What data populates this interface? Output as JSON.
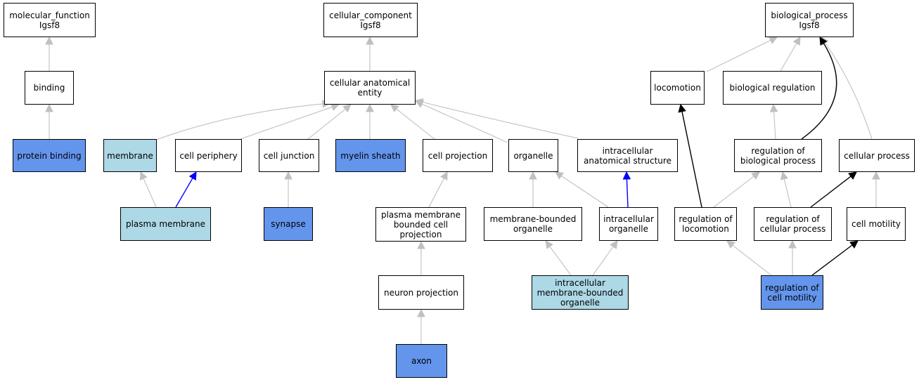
{
  "colors": {
    "background": "#ffffff",
    "node_border": "#000000",
    "node_default_fill": "#ffffff",
    "node_direct_annotation_fill": "#6495ed",
    "node_inferred_fill": "#add8e6",
    "edge_is_a": "#c0c0c0",
    "edge_part_of": "#0000ff",
    "edge_regulates": "#000000"
  },
  "nodes": [
    {
      "id": "molecular_function",
      "lines": [
        "molecular_function",
        "Igsf8"
      ],
      "fill": "#ffffff"
    },
    {
      "id": "binding",
      "lines": [
        "binding"
      ],
      "fill": "#ffffff"
    },
    {
      "id": "protein_binding",
      "lines": [
        "protein binding"
      ],
      "fill": "#6495ed"
    },
    {
      "id": "cellular_component",
      "lines": [
        "cellular_component",
        "Igsf8"
      ],
      "fill": "#ffffff"
    },
    {
      "id": "cellular_anatomical_entity",
      "lines": [
        "cellular anatomical",
        "entity"
      ],
      "fill": "#ffffff"
    },
    {
      "id": "membrane",
      "lines": [
        "membrane"
      ],
      "fill": "#add8e6"
    },
    {
      "id": "cell_periphery",
      "lines": [
        "cell periphery"
      ],
      "fill": "#ffffff"
    },
    {
      "id": "cell_junction",
      "lines": [
        "cell junction"
      ],
      "fill": "#ffffff"
    },
    {
      "id": "myelin_sheath",
      "lines": [
        "myelin sheath"
      ],
      "fill": "#6495ed"
    },
    {
      "id": "cell_projection",
      "lines": [
        "cell projection"
      ],
      "fill": "#ffffff"
    },
    {
      "id": "organelle",
      "lines": [
        "organelle"
      ],
      "fill": "#ffffff"
    },
    {
      "id": "intracellular_anatomical_structure",
      "lines": [
        "intracellular",
        "anatomical structure"
      ],
      "fill": "#ffffff"
    },
    {
      "id": "plasma_membrane",
      "lines": [
        "plasma membrane"
      ],
      "fill": "#add8e6"
    },
    {
      "id": "synapse",
      "lines": [
        "synapse"
      ],
      "fill": "#6495ed"
    },
    {
      "id": "plasma_membrane_bounded_cell_projection",
      "lines": [
        "plasma membrane",
        "bounded cell",
        "projection"
      ],
      "fill": "#ffffff"
    },
    {
      "id": "membrane_bounded_organelle",
      "lines": [
        "membrane-bounded",
        "organelle"
      ],
      "fill": "#ffffff"
    },
    {
      "id": "intracellular_organelle",
      "lines": [
        "intracellular",
        "organelle"
      ],
      "fill": "#ffffff"
    },
    {
      "id": "neuron_projection",
      "lines": [
        "neuron projection"
      ],
      "fill": "#ffffff"
    },
    {
      "id": "intracellular_membrane_bounded_organelle",
      "lines": [
        "intracellular",
        "membrane-bounded",
        "organelle"
      ],
      "fill": "#add8e6"
    },
    {
      "id": "axon",
      "lines": [
        "axon"
      ],
      "fill": "#6495ed"
    },
    {
      "id": "biological_process",
      "lines": [
        "biological_process",
        "Igsf8"
      ],
      "fill": "#ffffff"
    },
    {
      "id": "locomotion",
      "lines": [
        "locomotion"
      ],
      "fill": "#ffffff"
    },
    {
      "id": "biological_regulation",
      "lines": [
        "biological regulation"
      ],
      "fill": "#ffffff"
    },
    {
      "id": "regulation_of_biological_process",
      "lines": [
        "regulation of",
        "biological process"
      ],
      "fill": "#ffffff"
    },
    {
      "id": "cellular_process",
      "lines": [
        "cellular process"
      ],
      "fill": "#ffffff"
    },
    {
      "id": "regulation_of_locomotion",
      "lines": [
        "regulation of",
        "locomotion"
      ],
      "fill": "#ffffff"
    },
    {
      "id": "regulation_of_cellular_process",
      "lines": [
        "regulation of",
        "cellular process"
      ],
      "fill": "#ffffff"
    },
    {
      "id": "cell_motility",
      "lines": [
        "cell motility"
      ],
      "fill": "#ffffff"
    },
    {
      "id": "regulation_of_cell_motility",
      "lines": [
        "regulation of",
        "cell motility"
      ],
      "fill": "#6495ed"
    }
  ],
  "edges": [
    {
      "from": "binding",
      "to": "molecular_function",
      "type": "is_a"
    },
    {
      "from": "protein_binding",
      "to": "binding",
      "type": "is_a"
    },
    {
      "from": "cellular_anatomical_entity",
      "to": "cellular_component",
      "type": "is_a"
    },
    {
      "from": "membrane",
      "to": "cellular_anatomical_entity",
      "type": "is_a"
    },
    {
      "from": "cell_periphery",
      "to": "cellular_anatomical_entity",
      "type": "is_a"
    },
    {
      "from": "cell_junction",
      "to": "cellular_anatomical_entity",
      "type": "is_a"
    },
    {
      "from": "myelin_sheath",
      "to": "cellular_anatomical_entity",
      "type": "is_a"
    },
    {
      "from": "cell_projection",
      "to": "cellular_anatomical_entity",
      "type": "is_a"
    },
    {
      "from": "organelle",
      "to": "cellular_anatomical_entity",
      "type": "is_a"
    },
    {
      "from": "intracellular_anatomical_structure",
      "to": "cellular_anatomical_entity",
      "type": "is_a"
    },
    {
      "from": "plasma_membrane",
      "to": "membrane",
      "type": "is_a"
    },
    {
      "from": "plasma_membrane",
      "to": "cell_periphery",
      "type": "part_of"
    },
    {
      "from": "synapse",
      "to": "cell_junction",
      "type": "is_a"
    },
    {
      "from": "plasma_membrane_bounded_cell_projection",
      "to": "cell_projection",
      "type": "is_a"
    },
    {
      "from": "membrane_bounded_organelle",
      "to": "organelle",
      "type": "is_a"
    },
    {
      "from": "intracellular_organelle",
      "to": "organelle",
      "type": "is_a"
    },
    {
      "from": "intracellular_organelle",
      "to": "intracellular_anatomical_structure",
      "type": "part_of"
    },
    {
      "from": "neuron_projection",
      "to": "plasma_membrane_bounded_cell_projection",
      "type": "is_a"
    },
    {
      "from": "intracellular_membrane_bounded_organelle",
      "to": "membrane_bounded_organelle",
      "type": "is_a"
    },
    {
      "from": "intracellular_membrane_bounded_organelle",
      "to": "intracellular_organelle",
      "type": "is_a"
    },
    {
      "from": "axon",
      "to": "neuron_projection",
      "type": "is_a"
    },
    {
      "from": "locomotion",
      "to": "biological_process",
      "type": "is_a"
    },
    {
      "from": "biological_regulation",
      "to": "biological_process",
      "type": "is_a"
    },
    {
      "from": "cellular_process",
      "to": "biological_process",
      "type": "is_a"
    },
    {
      "from": "regulation_of_biological_process",
      "to": "biological_regulation",
      "type": "is_a"
    },
    {
      "from": "regulation_of_biological_process",
      "to": "biological_process",
      "type": "regulates"
    },
    {
      "from": "regulation_of_locomotion",
      "to": "regulation_of_biological_process",
      "type": "is_a"
    },
    {
      "from": "regulation_of_locomotion",
      "to": "locomotion",
      "type": "regulates"
    },
    {
      "from": "regulation_of_cellular_process",
      "to": "regulation_of_biological_process",
      "type": "is_a"
    },
    {
      "from": "regulation_of_cellular_process",
      "to": "cellular_process",
      "type": "regulates"
    },
    {
      "from": "cell_motility",
      "to": "cellular_process",
      "type": "is_a"
    },
    {
      "from": "regulation_of_cell_motility",
      "to": "regulation_of_locomotion",
      "type": "is_a"
    },
    {
      "from": "regulation_of_cell_motility",
      "to": "regulation_of_cellular_process",
      "type": "is_a"
    },
    {
      "from": "regulation_of_cell_motility",
      "to": "cell_motility",
      "type": "regulates"
    }
  ]
}
